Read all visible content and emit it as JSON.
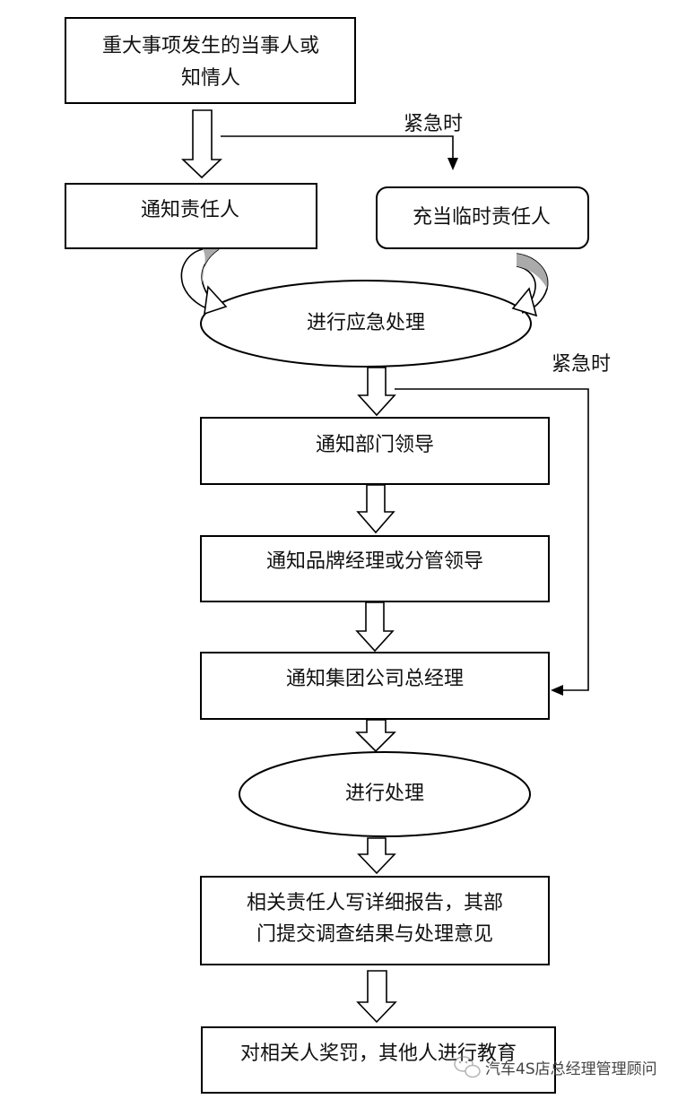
{
  "nodes": {
    "event_party": {
      "line1": "重大事项发生的当事人或",
      "line2": "知情人"
    },
    "notify_responsible": {
      "label": "通知责任人"
    },
    "temp_responsible": {
      "label": "充当临时责任人"
    },
    "emergency_handling": {
      "label": "进行应急处理"
    },
    "notify_dept_leader": {
      "label": "通知部门领导"
    },
    "notify_brand_manager": {
      "label": "通知品牌经理或分管领导"
    },
    "notify_group_gm": {
      "label": "通知集团公司总经理"
    },
    "handling": {
      "label": "进行处理"
    },
    "report": {
      "line1": "相关责任人写详细报告，其部",
      "line2": "门提交调查结果与处理意见"
    },
    "reward_punish": {
      "label": "对相关人奖罚，其他人进行教育"
    }
  },
  "edges": {
    "urgent_label_1": "紧急时",
    "urgent_label_2": "紧急时"
  },
  "watermark": {
    "text": "汽车4S店总经理管理顾问",
    "icon": "wechat-icon"
  }
}
